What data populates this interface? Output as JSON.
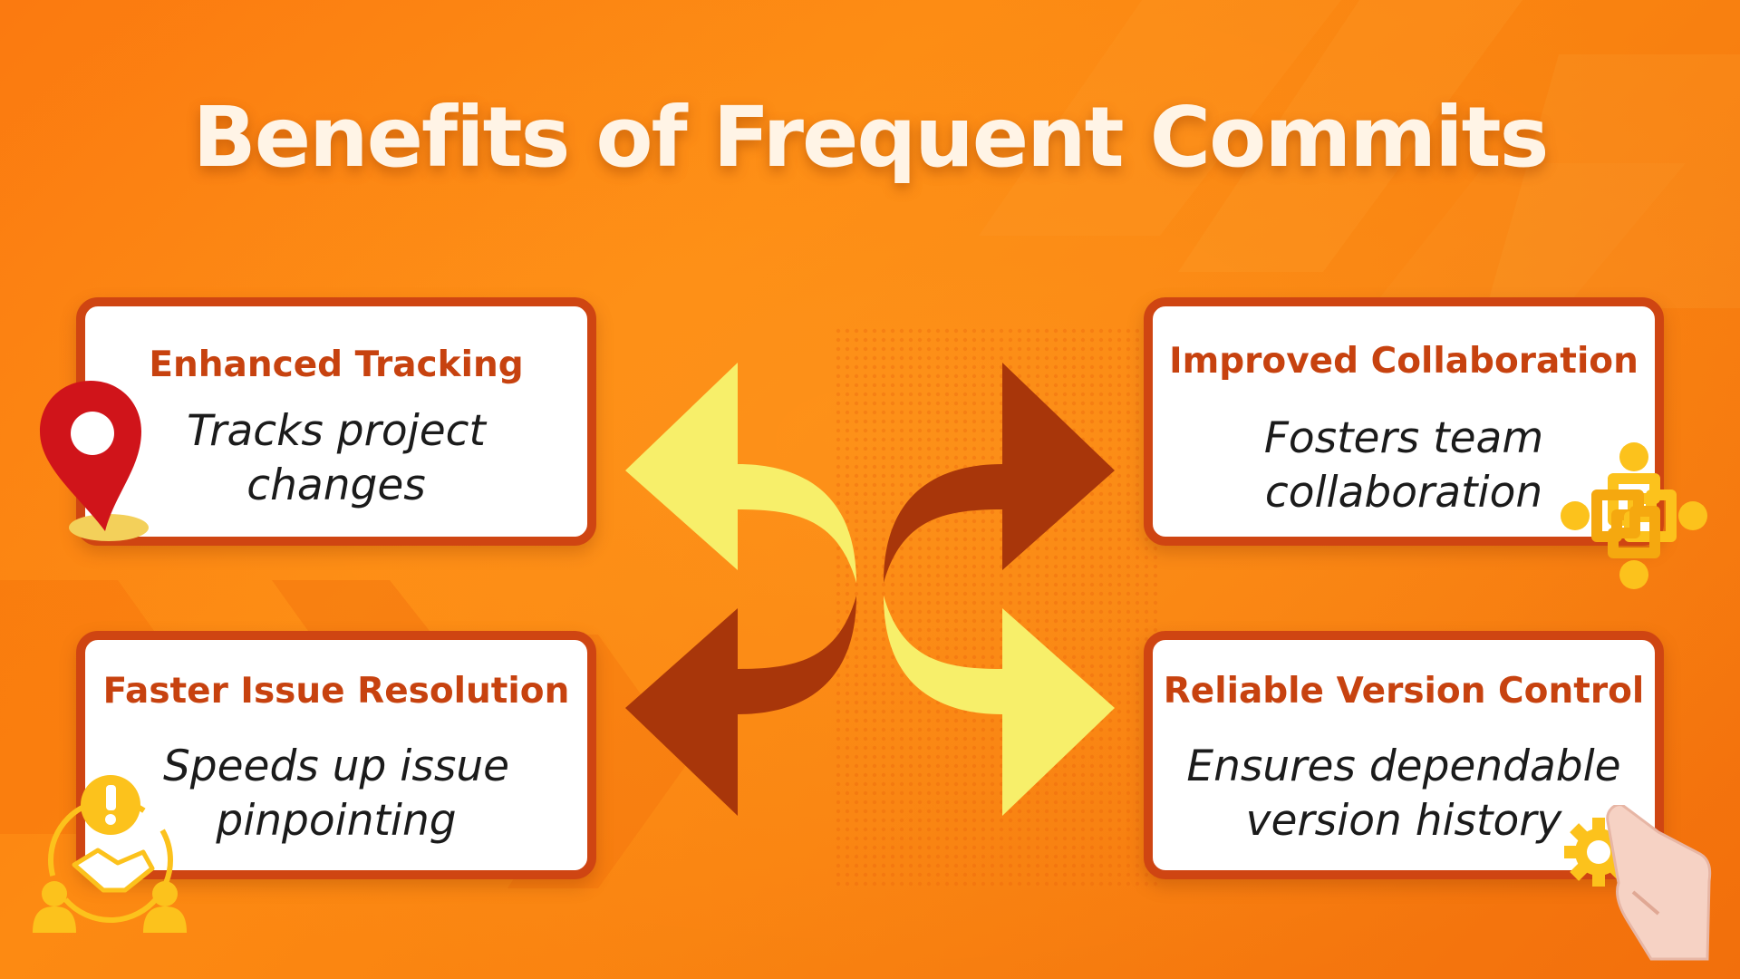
{
  "title": "Benefits of Frequent Commits",
  "colors": {
    "background": "#fb7a10",
    "card_border": "#cf4512",
    "heading_text": "#c7420f",
    "arrow_light": "#f7ef6a",
    "arrow_dark": "#a8360a",
    "icon_yellow": "#fcc21c",
    "pin_red": "#d0141a"
  },
  "cards": [
    {
      "heading": "Enhanced Tracking",
      "text_line1": "Tracks project",
      "text_line2": "changes",
      "icon": "map-pin-icon"
    },
    {
      "heading": "Improved Collaboration",
      "text_line1": "Fosters team",
      "text_line2": "collaboration",
      "icon": "team-collaboration-icon"
    },
    {
      "heading": "Faster Issue Resolution",
      "text_line1": "Speeds up issue",
      "text_line2": "pinpointing",
      "icon": "issue-handshake-icon"
    },
    {
      "heading": "Reliable Version Control",
      "text_line1": "Ensures dependable",
      "text_line2": "version history",
      "icon": "gear-hand-icon"
    }
  ],
  "arrows": [
    {
      "direction": "up-left",
      "color": "light"
    },
    {
      "direction": "up-right",
      "color": "dark"
    },
    {
      "direction": "down-left",
      "color": "dark"
    },
    {
      "direction": "down-right",
      "color": "light"
    }
  ]
}
